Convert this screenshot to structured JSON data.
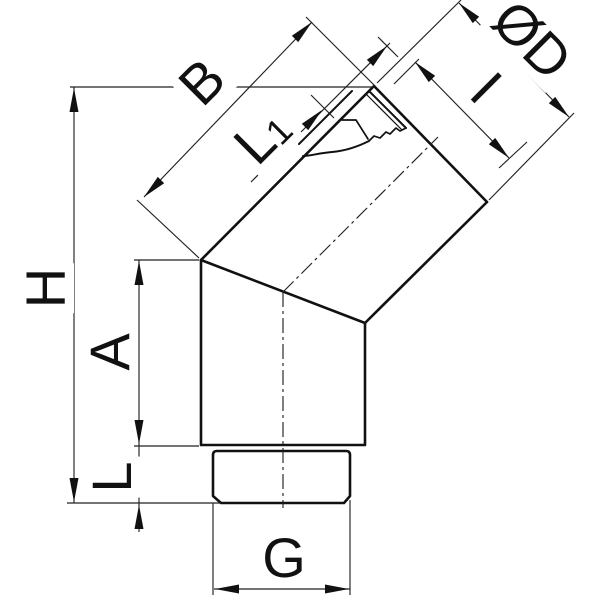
{
  "drawing": {
    "colors": {
      "line": "#111111",
      "thin_line": "#222222",
      "background": "#ffffff"
    },
    "dimensions": {
      "overall_height": "H",
      "body_height": "A",
      "lower_thread_length": "L",
      "lower_thread_size": "G",
      "branch_overall_length": "B",
      "branch_sub_length_base": "L",
      "branch_sub_length_sub": "1",
      "branch_outer_diameter": "ØD",
      "branch_thread_size": "I"
    }
  }
}
